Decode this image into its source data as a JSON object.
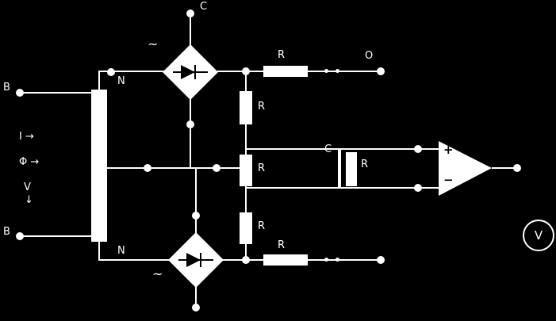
{
  "diagram": {
    "type": "circuit-schematic",
    "background_color": "#000000",
    "line_color": "#ffffff",
    "labels": {
      "top_node": "C",
      "winding_top": "N",
      "winding_bottom": "N",
      "terminal_top_left": "B",
      "terminal_bottom_left": "B",
      "ac_mark_top": "~",
      "ac_mark_bottom": "~",
      "chain_resistor_1": "R",
      "chain_resistor_2": "R",
      "chain_resistor_3": "R",
      "series_resistor_top": "R",
      "series_resistor_bottom": "R",
      "filter_capacitor": "C",
      "filter_resistor": "R",
      "output_top": "O",
      "opamp_plus": "+",
      "opamp_minus": "−",
      "voltmeter": "V",
      "annot_current": "I →",
      "annot_flux": "Φ →",
      "annot_voltage": "V",
      "annot_voltage_arrow": "↓"
    },
    "components": [
      "sensor-bar-with-windings",
      "bridge-rectifier-top",
      "bridge-rectifier-bottom",
      "resistor-chain-3",
      "series-resistor-top",
      "series-resistor-bottom",
      "rc-filter",
      "op-amp",
      "voltmeter"
    ]
  }
}
